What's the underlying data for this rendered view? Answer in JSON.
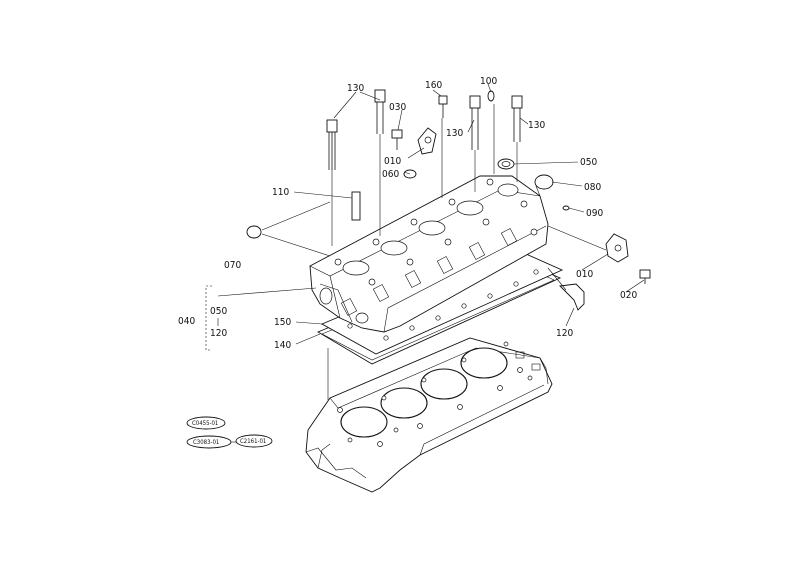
{
  "callouts": {
    "c130a": "130",
    "c130b": "130",
    "c130c": "130",
    "c030": "030",
    "c160": "160",
    "c100": "100",
    "c010a": "010",
    "c010b": "010",
    "c050": "050",
    "c060": "060",
    "c110": "110",
    "c080": "080",
    "c090": "090",
    "c070": "070",
    "c020": "020",
    "c040": "040",
    "c050b": "050",
    "c120b": "120",
    "c150": "150",
    "c120": "120",
    "c140": "140"
  },
  "refs": {
    "r1": "C0455-01",
    "r2": "C3083-01",
    "r3": "C2161-01"
  }
}
